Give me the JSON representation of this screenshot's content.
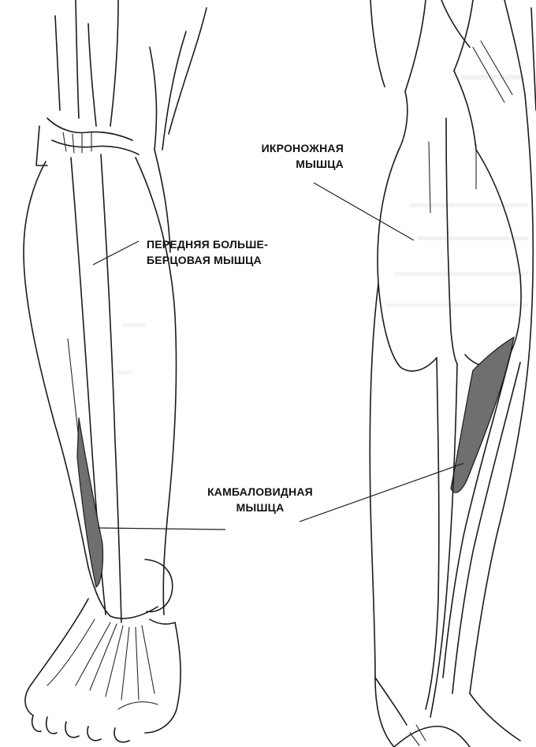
{
  "labels": {
    "gastrocnemius": {
      "line1": "ИКРОНОЖНАЯ",
      "line2": "МЫШЦА"
    },
    "tibialis_anterior": {
      "line1": "ПЕРЕДНЯЯ БОЛЬШЕ-",
      "line2": "БЕРЦОВАЯ МЫШЦА"
    },
    "soleus": {
      "line1": "КАМБАЛОВИДНАЯ",
      "line2": "МЫШЦА"
    }
  },
  "colors": {
    "ink": "#1b1b1b",
    "muscle_shading": "#6f6f6f",
    "background": "#ffffff"
  }
}
